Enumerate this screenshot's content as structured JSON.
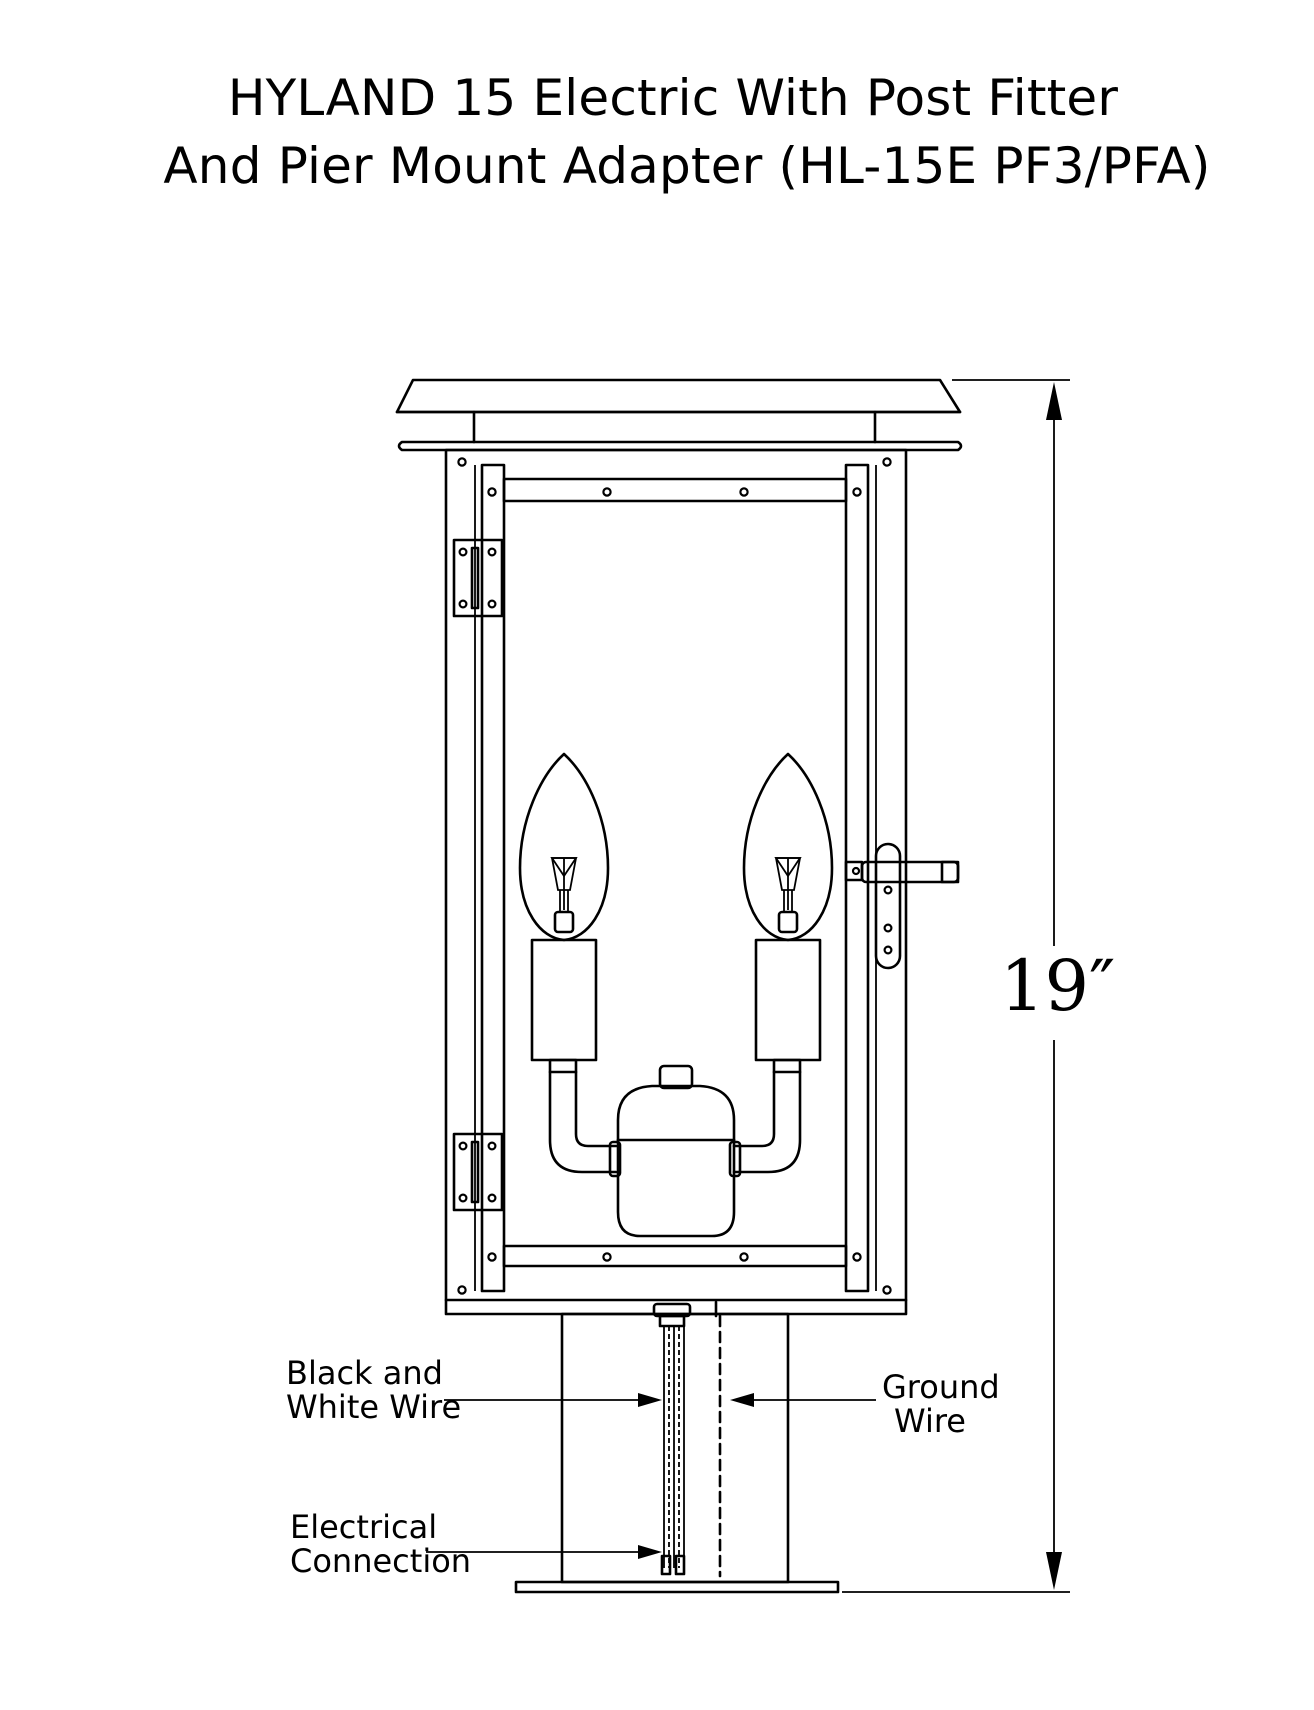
{
  "title": {
    "line1": "HYLAND 15 Electric With Post Fitter",
    "line2": "And Pier Mount Adapter (HL-15E  PF3/PFA)"
  },
  "dimension": {
    "height_label": "19″"
  },
  "labels": {
    "black_white_wire": [
      "Black and",
      "White Wire"
    ],
    "ground_wire": [
      "Ground",
      "Wire"
    ],
    "electrical_connection": [
      "Electrical",
      "Connection"
    ]
  }
}
